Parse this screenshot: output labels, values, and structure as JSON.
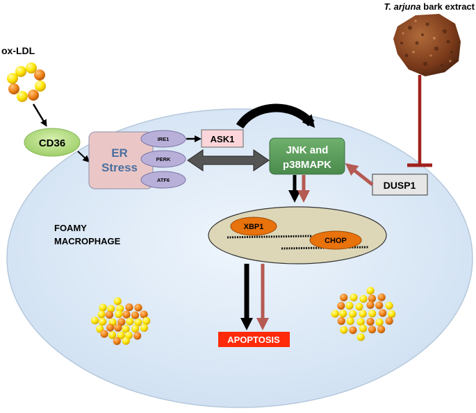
{
  "title": {
    "species": "T. arjuna",
    "rest": " bark extract"
  },
  "labels": {
    "oxldl": "ox-LDL",
    "cd36": "CD36",
    "er_line1": "ER",
    "er_line2": "Stress",
    "ire1": "IRE1",
    "perk": "PERK",
    "atf6": "ATF6",
    "ask1": "ASK1",
    "jnk_line1": "JNK and",
    "jnk_line2": "p38MAPK",
    "dusp1": "DUSP1",
    "foamy_line1": "FOAMY",
    "foamy_line2": "MACROPHAGE",
    "xbp1": "XBP1",
    "chop": "CHOP",
    "apoptosis": "APOPTOSIS"
  },
  "colors": {
    "cell_fill": "#e3eefa",
    "cell_stroke": "#b5c8db",
    "cd36_fill": "#b7dd86",
    "er_fill": "#eac7c6",
    "oval_fill": "#b8b0d9",
    "ask1_fill": "#fbd5d9",
    "jnk_fill": "#5a9c5b",
    "dusp1_fill": "#e6e6e6",
    "nucleus_fill": "#ddd7b8",
    "orange": "#e8720c",
    "apoptosis_fill": "#ff2a0a",
    "dark_red": "#a0211d",
    "muted_red": "#b55a52",
    "lipid_yellow": "#ffea00",
    "lipid_orange": "#f08a1c",
    "bark": "#7a3a1a"
  },
  "icons": {
    "oxldl": "lipoprotein-ring-icon",
    "bark": "bark-chunk-icon",
    "lipid_droplet": "lipid-droplet-cluster-icon"
  }
}
